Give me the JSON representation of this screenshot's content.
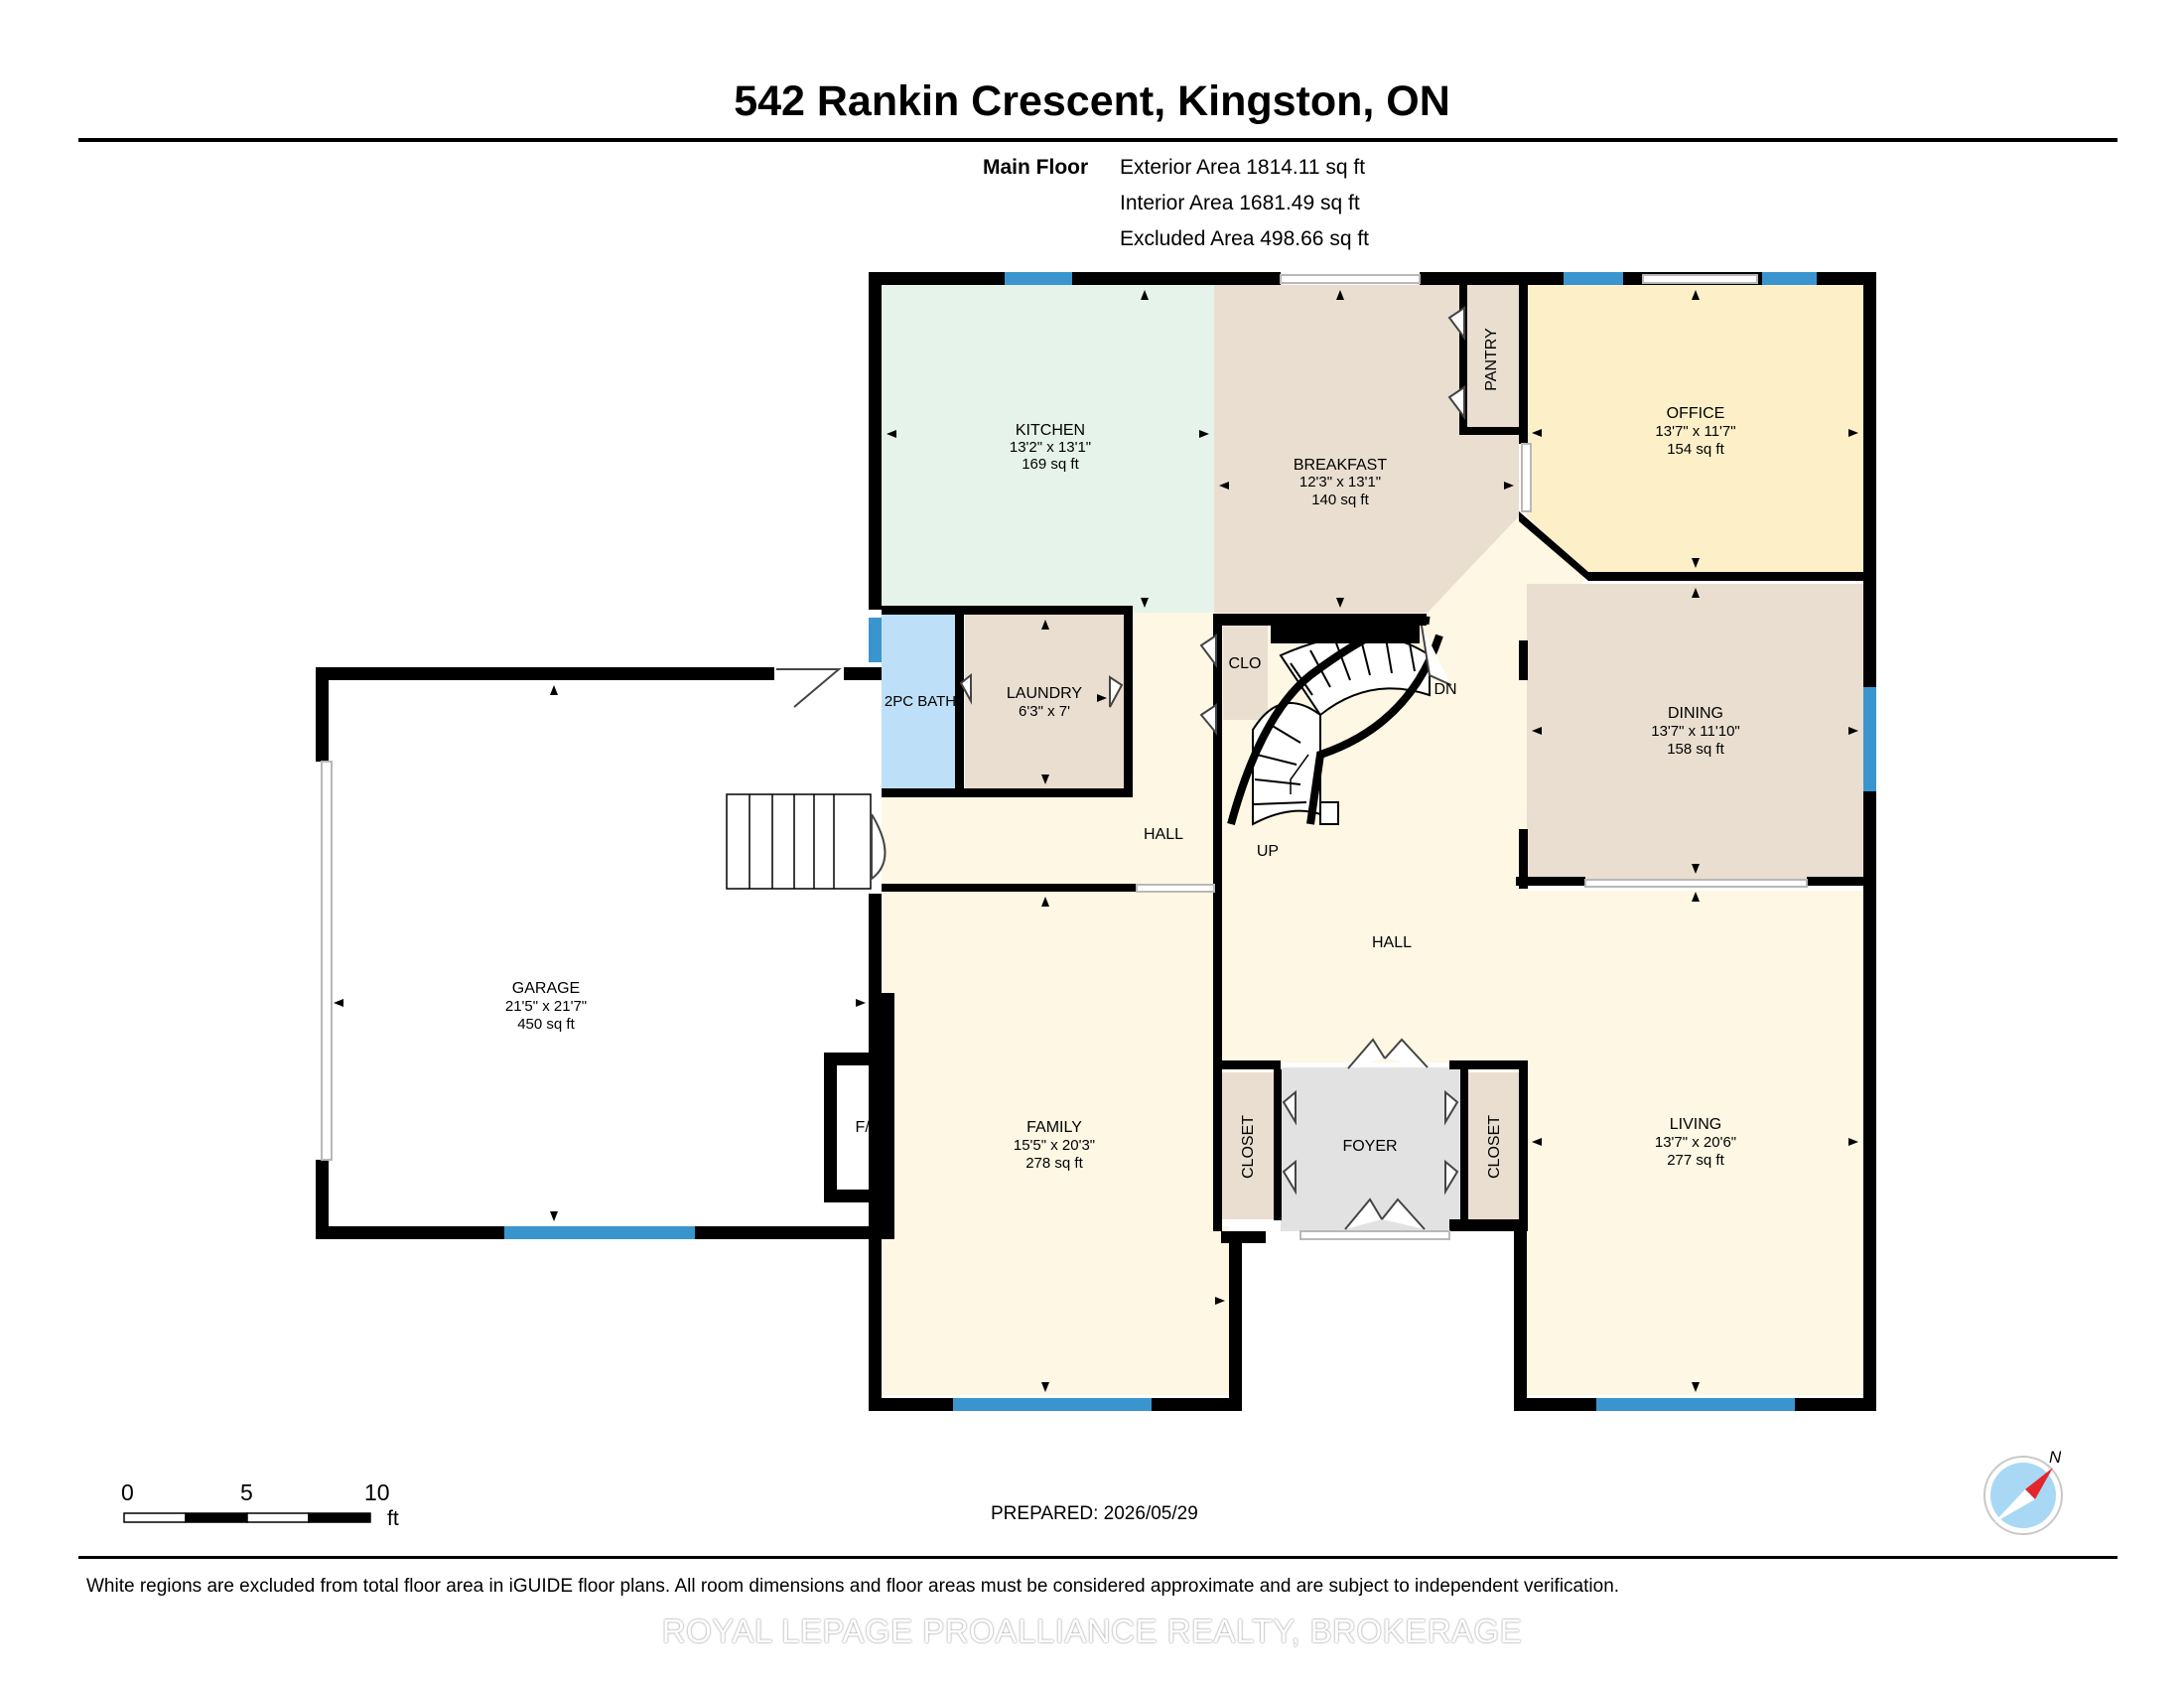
{
  "title": "542 Rankin Crescent, Kingston, ON",
  "floor": {
    "label": "Main Floor",
    "areas": [
      "Exterior Area 1814.11 sq ft",
      "Interior Area 1681.49 sq ft",
      "Excluded Area 498.66 sq ft"
    ]
  },
  "rooms": {
    "kitchen": {
      "name": "KITCHEN",
      "dims": "13'2\" x 13'1\"",
      "area": "169 sq ft"
    },
    "breakfast": {
      "name": "BREAKFAST",
      "dims": "12'3\" x 13'1\"",
      "area": "140 sq ft"
    },
    "office": {
      "name": "OFFICE",
      "dims": "13'7\" x 11'7\"",
      "area": "154 sq ft"
    },
    "laundry": {
      "name": "LAUNDRY",
      "dims": "6'3\" x 7'"
    },
    "dining": {
      "name": "DINING",
      "dims": "13'7\" x 11'10\"",
      "area": "158 sq ft"
    },
    "garage": {
      "name": "GARAGE",
      "dims": "21'5\" x 21'7\"",
      "area": "450 sq ft"
    },
    "family": {
      "name": "FAMILY",
      "dims": "15'5\" x 20'3\"",
      "area": "278 sq ft"
    },
    "living": {
      "name": "LIVING",
      "dims": "13'7\" x 20'6\"",
      "area": "277 sq ft"
    }
  },
  "labels": {
    "pantry": "PANTRY",
    "bath": "2PC BATH",
    "clo": "CLO",
    "dn": "DN",
    "up": "UP",
    "hall": "HALL",
    "hall_main": "HALL",
    "fp": "F/P",
    "closet_left": "CLOSET",
    "closet_right": "CLOSET",
    "foyer": "FOYER"
  },
  "colors": {
    "kitchen": "#e6f3ea",
    "breakfast": "#e9ded0",
    "office": "#fdf0c8",
    "dining": "#e9ded0",
    "laundry": "#e9ded0",
    "bath": "#bde0f8",
    "hall": "#fdf7e3",
    "family": "#fdf7e3",
    "living": "#fdf7e3",
    "foyer": "#e2e2e2",
    "closet": "#e9ded0",
    "wall": "#000000",
    "window": "#3a95cf"
  },
  "scale": {
    "ticks": [
      "0",
      "5",
      "10"
    ],
    "unit": "ft"
  },
  "compass": {
    "label": "N",
    "icon": "compass-icon"
  },
  "prepared": "PREPARED: 2026/05/29",
  "disclaimer": "White regions are excluded from total floor area in iGUIDE floor plans. All room dimensions and floor areas must be considered approximate and are subject to independent verification.",
  "brokerage": "ROYAL LEPAGE PROALLIANCE REALTY, BROKERAGE"
}
